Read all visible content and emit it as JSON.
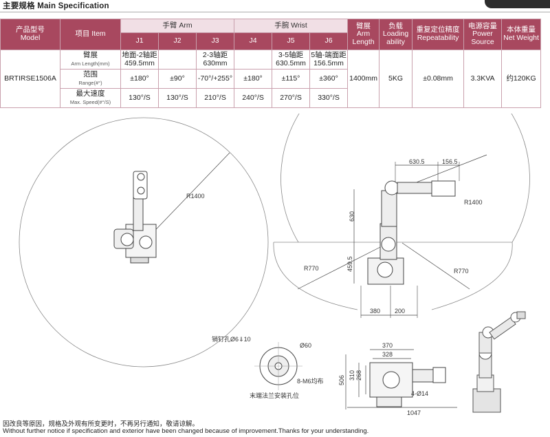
{
  "header": {
    "title": "主要规格  Main Specification"
  },
  "table": {
    "model_cn": "产品型号",
    "model_en": "Model",
    "item_cn": "项目",
    "item_en": "Item",
    "arm_group": "手臂 Arm",
    "wrist_group": "手腕 Wrist",
    "joints": [
      "J1",
      "J2",
      "J3",
      "J4",
      "J5",
      "J6"
    ],
    "arm_length_cn": "臂展",
    "arm_length_en": "Arm Length",
    "load_cn": "负载",
    "load_en": "Loading ability",
    "repeat_cn": "重复定位精度",
    "repeat_en": "Repeatability",
    "power_cn": "电源容量",
    "power_en": "Power Source",
    "weight_cn": "本体重量",
    "weight_en": "Net Weight",
    "model_value": "BRTIRSE1506A",
    "row1_cn": "臂展",
    "row1_en": "Arm Length(mm)",
    "row2_cn": "范围",
    "row2_en": "Range(#°)",
    "row3_cn": "最大速度",
    "row3_en": "Max. Speed(#°/S)",
    "len_j1a": "地面-2轴距",
    "len_j1b": "459.5mm",
    "len_j3a": "2-3轴距",
    "len_j3b": "630mm",
    "len_j5a": "3-5轴距",
    "len_j5b": "630.5mm",
    "len_j6a": "5轴-端面距",
    "len_j6b": "156.5mm",
    "range": [
      "±180°",
      "±90°",
      "-70°/+255°",
      "±180°",
      "±115°",
      "±360°"
    ],
    "speed": [
      "130°/S",
      "130°/S",
      "210°/S",
      "240°/S",
      "270°/S",
      "330°/S"
    ],
    "arm_length_value": "1400mm",
    "load_value": "5KG",
    "repeat_value": "±0.08mm",
    "power_value": "3.3KVA",
    "weight_value": "约120KG"
  },
  "drawings": {
    "r1400a": "R1400",
    "r1400b": "R1400",
    "r770a": "R770",
    "r770b": "R770",
    "d6305": "630.5",
    "d1565": "156.5",
    "d630": "630",
    "d4595": "459.5",
    "d380": "380",
    "d200": "200",
    "pin": "销钉孔Ø6",
    "pin_depth": "10",
    "d60": "Ø60",
    "m6": "8-M6均布",
    "flange": "末端法兰安装孔位",
    "d370": "370",
    "d328": "328",
    "d310": "310",
    "d268": "268",
    "d506": "506",
    "d14": "4-Ø14",
    "d1047": "1047"
  },
  "footer": {
    "notice_cn": "因改良等原因，规格及外观有所变更时，不再另行通知，敬请谅解。",
    "notice_en": "Without further notice if specification and exterior have been changed because of improvement.Thanks for your understanding."
  }
}
